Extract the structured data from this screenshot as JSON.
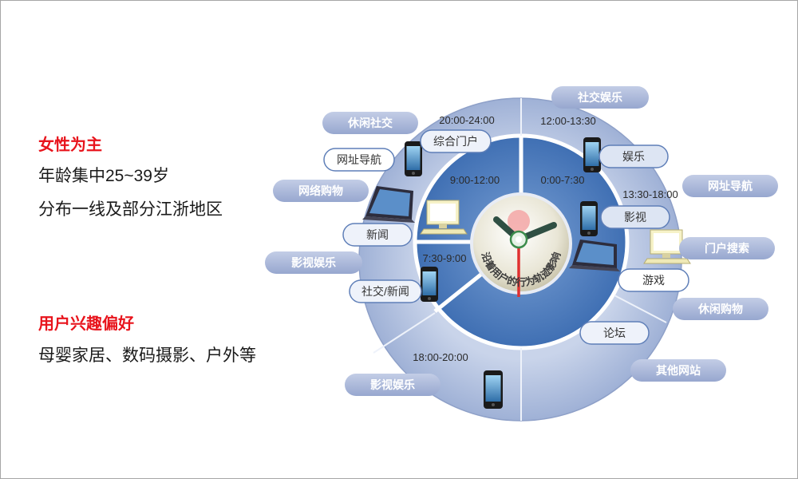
{
  "left_panel": {
    "heading1": "女性为主",
    "line1": "年龄集中25~39岁",
    "line2": "分布一线及部分江浙地区",
    "heading2": "用户兴趣偏好",
    "line3": "母婴家居、数码摄影、户外等"
  },
  "colors": {
    "heading_red": "#e8141c",
    "ring_outer": "#b9c6e0",
    "ring_inner": "#4f7fc0",
    "pill_outer": "#a9b6d6",
    "pill_inner_border": "#5f7fb8"
  },
  "diagram": {
    "center_text": "沿着用户的行为轨迹影响",
    "time_slots": {
      "t1": "20:00-24:00",
      "t2": "12:00-13:30",
      "t3": "9:00-12:00",
      "t4": "0:00-7:30",
      "t5": "13:30-18:00",
      "t6": "7:30-9:00",
      "t7": "18:00-20:00"
    },
    "outer_labels": {
      "o1": "休闲社交",
      "o2": "社交娱乐",
      "o3": "网络购物",
      "o4": "网址导航",
      "o5": "影视娱乐",
      "o6": "门户搜索",
      "o7": "休闲购物",
      "o8": "其他网站",
      "o9": "影视娱乐"
    },
    "inner_labels": {
      "i1": "综合门户",
      "i2": "网址导航",
      "i3": "娱乐",
      "i4": "影视",
      "i5": "新闻",
      "i6": "游戏",
      "i7": "社交/新闻",
      "i8": "论坛"
    },
    "icons": {
      "phone": "smartphone-icon",
      "tablet": "tablet-icon",
      "pc": "desktop-pc-icon",
      "clock": "clock-icon"
    }
  }
}
